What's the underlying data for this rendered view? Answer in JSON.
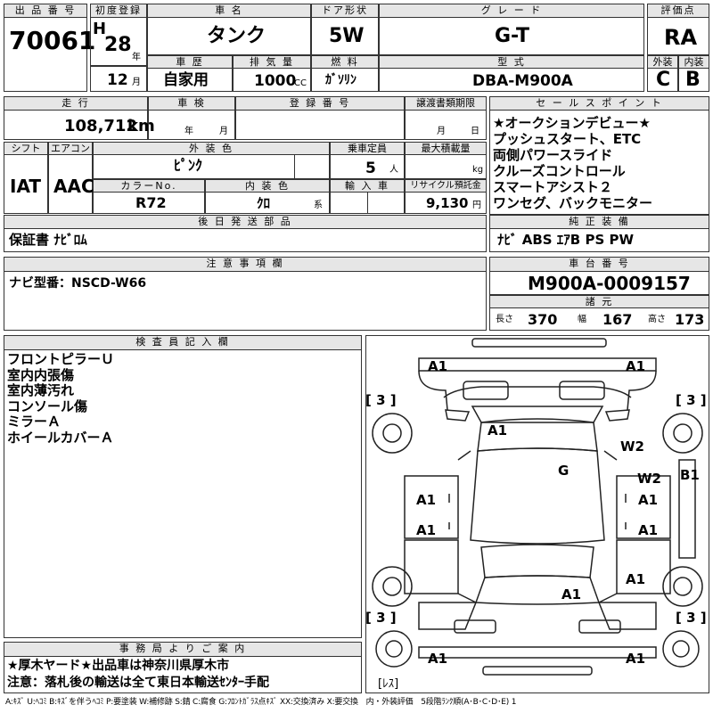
{
  "header": {
    "lot_no_label": "出 品 番 号",
    "lot_no": "70061",
    "first_reg_label": "初度登録",
    "era": "H",
    "year": "28",
    "year_unit": "年",
    "month": "12",
    "month_unit": "月",
    "car_name_label": "車 名",
    "car_name": "タンク",
    "door_label": "ドア形状",
    "door": "5W",
    "grade_label": "グ レ ー ド",
    "grade": "G-T",
    "score_label": "評価点",
    "score": "RA",
    "history_label": "車 歴",
    "history": "自家用",
    "displacement_label": "排 気 量",
    "displacement": "1000",
    "displacement_unit": "CC",
    "fuel_label": "燃 料",
    "fuel": "ｶﾞｿﾘﾝ",
    "model_label": "型 式",
    "model": "DBA-M900A",
    "exterior_label": "外装",
    "exterior_grade": "C",
    "interior_label": "内装",
    "interior_grade": "B"
  },
  "row2": {
    "mileage_label": "走 行",
    "mileage": "108,712",
    "mileage_unit": "km",
    "inspection_label": "車 検",
    "inspection_year_unit": "年",
    "inspection_month_unit": "月",
    "plate_label": "登 録 番 号",
    "transfer_label": "譲渡書類期限",
    "transfer_month_unit": "月",
    "transfer_day_unit": "日",
    "shift_label": "シフト",
    "shift": "IAT",
    "ac_label": "エアコン",
    "ac": "AAC",
    "color_label": "外 装 色",
    "color": "ﾋﾟﾝｸ",
    "capacity_label": "乗車定員",
    "capacity": "5",
    "capacity_unit": "人",
    "payload_label": "最大積載量",
    "payload_unit": "kg",
    "color_no_label": "カラーNo.",
    "color_no": "R72",
    "int_color_label": "内 装 色",
    "int_color": "ｸﾛ",
    "int_color_unit": "系",
    "import_label": "輸 入 車",
    "recycle_label": "リサイクル預託金",
    "recycle": "9,130",
    "recycle_unit": "円",
    "later_label": "後 日 発 送 部 品",
    "later": "保証書 ﾅﾋﾞﾛﾑ"
  },
  "selling": {
    "label": "セ ー ル ス ポ イ ン ト",
    "points": [
      "★オークションデビュー★",
      "プッシュスタート、ETC",
      "両側パワースライド",
      "クルーズコントロール",
      "スマートアシスト２",
      "ワンセグ、バックモニター"
    ],
    "equipment_label": "純 正 装 備",
    "equipment": "ﾅﾋﾞ ABS ｴｱB PS PW"
  },
  "notes": {
    "label": "注 意 事 項 欄",
    "text": "ナビ型番：NSCD-W66"
  },
  "chassis": {
    "label": "車 台 番 号",
    "number": "M900A-0009157",
    "spec_label": "諸 元",
    "length_label": "長さ",
    "length": "370",
    "width_label": "幅",
    "width": "167",
    "height_label": "高さ",
    "height": "173"
  },
  "inspector": {
    "label": "検 査 員 記 入 欄",
    "lines": [
      "フロントピラーＵ",
      "室内内張傷",
      "室内薄汚れ",
      "コンソール傷",
      "ミラーＡ",
      "ホイールカバーＡ"
    ]
  },
  "diagram": {
    "marks": {
      "a1_front_left": "A1",
      "a1_front_right": "A1",
      "bracket_tl": "[ 3 ]",
      "bracket_tr": "[ 3 ]",
      "a1_hood": "A1",
      "w2_upper": "W2",
      "g_mark": "G",
      "w2_right": "W2",
      "b1_right": "B1",
      "a1_door_fl": "A1",
      "a1_door_fr": "A1",
      "a1_door_rl": "A1",
      "a1_door_rr": "A1",
      "a1_rear_right": "A1",
      "a1_trunk": "A1",
      "bracket_bl": "[ 3 ]",
      "bracket_br": "[ 3 ]",
      "a1_rear_left": "A1",
      "a1_rear_right2": "A1",
      "les": "[ﾚｽ]"
    }
  },
  "office": {
    "label": "事 務 局 よ り ご 案 内",
    "line1": "★厚木ヤード★出品車は神奈川県厚木市",
    "line2": "注意：落札後の輸送は全て東日本輸送ｾﾝﾀｰ手配"
  },
  "legend": "A:ｷｽﾞ U:ﾍｺﾐ B:ｷｽﾞを伴うﾍｺﾐ P:要塗装 W:補修跡 S:錆 C:腐食 G:ﾌﾛﾝﾄｶﾞﾗｽ点ｷｽﾞ XX:交換済み X:要交換　内・外装評価　5段階ﾗﾝｸ順(A･B･C･D･E) 1"
}
